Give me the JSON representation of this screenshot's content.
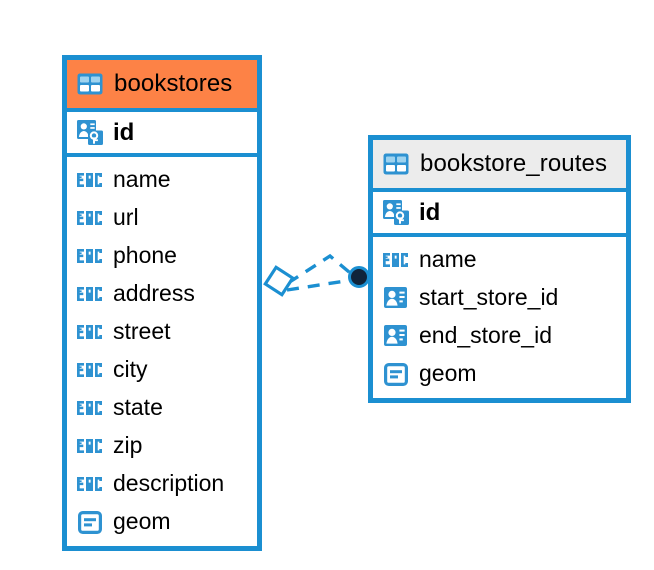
{
  "diagram": {
    "title": "bookstores / bookstore_routes ER diagram",
    "colors": {
      "border": "#1b8fd1",
      "accent_orange": "#fd8246",
      "accent_grey": "#ececec",
      "icon_blue": "#2e92d1",
      "link_blue": "#1b8fd1",
      "endpoint_dark": "#10243a",
      "text": "#000000",
      "background": "#ffffff"
    },
    "entities": [
      {
        "name": "bookstores",
        "header_icon": "table-icon",
        "header_style": "accent-orange",
        "primary_key": {
          "name": "id",
          "icon": "primary-key-icon"
        },
        "fields": [
          {
            "name": "name",
            "icon": "text-field-icon"
          },
          {
            "name": "url",
            "icon": "text-field-icon"
          },
          {
            "name": "phone",
            "icon": "text-field-icon"
          },
          {
            "name": "address",
            "icon": "text-field-icon"
          },
          {
            "name": "street",
            "icon": "text-field-icon"
          },
          {
            "name": "city",
            "icon": "text-field-icon"
          },
          {
            "name": "state",
            "icon": "text-field-icon"
          },
          {
            "name": "zip",
            "icon": "text-field-icon"
          },
          {
            "name": "description",
            "icon": "text-field-icon"
          },
          {
            "name": "geom",
            "icon": "geometry-field-icon"
          }
        ]
      },
      {
        "name": "bookstore_routes",
        "header_icon": "table-icon",
        "header_style": "accent-grey",
        "primary_key": {
          "name": "id",
          "icon": "primary-key-icon"
        },
        "fields": [
          {
            "name": "name",
            "icon": "text-field-icon"
          },
          {
            "name": "start_store_id",
            "icon": "foreign-key-icon"
          },
          {
            "name": "end_store_id",
            "icon": "foreign-key-icon"
          },
          {
            "name": "geom",
            "icon": "geometry-field-icon"
          }
        ]
      }
    ],
    "relationship": {
      "name": "bookstores-to-bookstore-routes-relationship",
      "line_style": "dashed",
      "source_marker": "diamond-marker",
      "target_marker": "filled-circle-marker"
    }
  }
}
